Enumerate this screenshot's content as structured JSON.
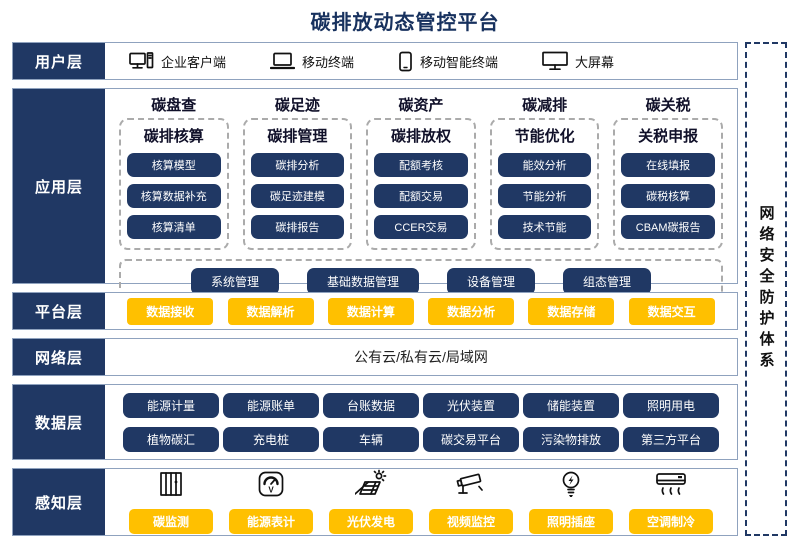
{
  "title": "碳排放动态管控平台",
  "security_sidebar": "网络安全防护体系",
  "colors": {
    "navy": "#203864",
    "yellow": "#FFC000",
    "section_border": "#8FA2BE",
    "title": "#17315e"
  },
  "layers": {
    "user": {
      "label": "用户层",
      "items": [
        {
          "icon": "desktop-pc-icon",
          "label": "企业客户端"
        },
        {
          "icon": "laptop-icon",
          "label": "移动终端"
        },
        {
          "icon": "tablet-icon",
          "label": "移动智能终端"
        },
        {
          "icon": "big-screen-icon",
          "label": "大屏幕"
        }
      ]
    },
    "application": {
      "label": "应用层",
      "columns": [
        {
          "header": "碳盘查",
          "subtitle": "碳排核算",
          "buttons": [
            "核算模型",
            "核算数据补充",
            "核算清单"
          ]
        },
        {
          "header": "碳足迹",
          "subtitle": "碳排管理",
          "buttons": [
            "碳排分析",
            "碳足迹建模",
            "碳排报告"
          ]
        },
        {
          "header": "碳资产",
          "subtitle": "碳排放权",
          "buttons": [
            "配额考核",
            "配额交易",
            "CCER交易"
          ]
        },
        {
          "header": "碳减排",
          "subtitle": "节能优化",
          "buttons": [
            "能效分析",
            "节能分析",
            "技术节能"
          ]
        },
        {
          "header": "碳关税",
          "subtitle": "关税申报",
          "buttons": [
            "在线填报",
            "碳税核算",
            "CBAM碳报告"
          ]
        }
      ],
      "management_buttons": [
        "系统管理",
        "基础数据管理",
        "设备管理",
        "组态管理"
      ]
    },
    "platform": {
      "label": "平台层",
      "buttons": [
        "数据接收",
        "数据解析",
        "数据计算",
        "数据分析",
        "数据存储",
        "数据交互"
      ]
    },
    "network": {
      "label": "网络层",
      "text": "公有云/私有云/局域网"
    },
    "data": {
      "label": "数据层",
      "rows": [
        [
          "能源计量",
          "能源账单",
          "台账数据",
          "光伏装置",
          "储能装置",
          "照明用电"
        ],
        [
          "植物碳汇",
          "充电桩",
          "车辆",
          "碳交易平台",
          "污染物排放",
          "第三方平台"
        ]
      ]
    },
    "perception": {
      "label": "感知层",
      "items": [
        {
          "icon": "carbon-monitor-icon",
          "label": "碳监测"
        },
        {
          "icon": "energy-meter-icon",
          "label": "能源表计"
        },
        {
          "icon": "solar-power-icon",
          "label": "光伏发电"
        },
        {
          "icon": "cctv-icon",
          "label": "视频监控"
        },
        {
          "icon": "light-socket-icon",
          "label": "照明插座"
        },
        {
          "icon": "air-conditioner-icon",
          "label": "空调制冷"
        }
      ]
    }
  }
}
